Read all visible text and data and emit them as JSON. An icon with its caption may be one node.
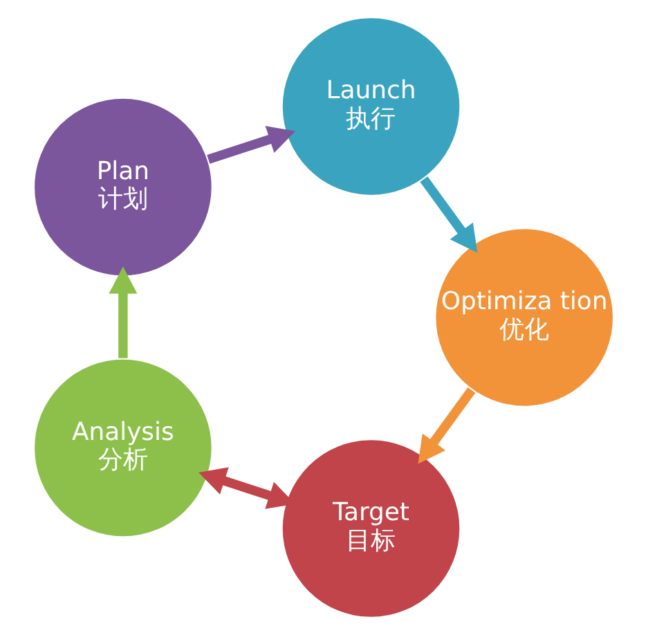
{
  "diagram": {
    "nodes": [
      {
        "text": [
          "Target",
          "目标"
        ]
      },
      {
        "text": [
          "Analysis",
          "分析"
        ]
      },
      {
        "text": [
          "Plan",
          "计划"
        ]
      },
      {
        "text": [
          "Launch",
          "执行"
        ]
      },
      {
        "text": [
          "Optimiza tion",
          "优化"
        ]
      }
    ],
    "edges": [
      {
        "from": 0,
        "to": 1,
        "arrow": "both",
        "color": "#c0444a"
      },
      {
        "from": 1,
        "to": 2,
        "arrow": "to",
        "color": "#8cc04a"
      },
      {
        "from": 2,
        "to": 3,
        "arrow": "to",
        "color": "#7b569c"
      },
      {
        "from": 3,
        "to": 4,
        "arrow": "to",
        "color": "#3aa3c0"
      },
      {
        "from": 4,
        "to": 0,
        "arrow": "to",
        "color": "#f29239"
      }
    ]
  }
}
